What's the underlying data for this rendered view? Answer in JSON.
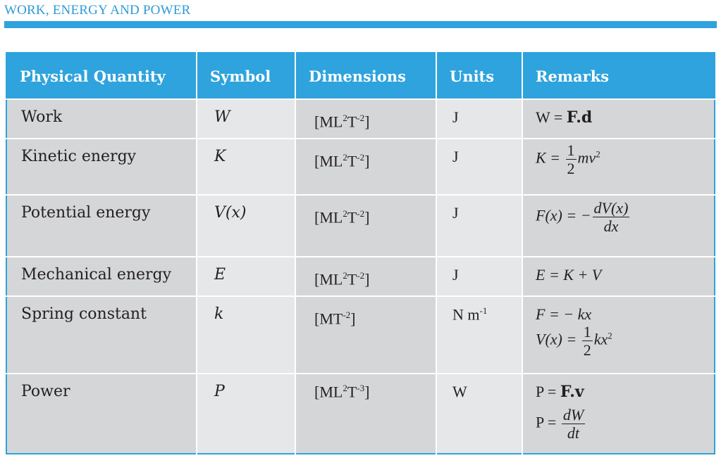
{
  "header": {
    "title": "WORK, ENERGY AND POWER"
  },
  "table": {
    "columns": [
      "Physical Quantity",
      "Symbol",
      "Dimensions",
      "Units",
      "Remarks"
    ],
    "rows": [
      {
        "quantity": "Work",
        "symbol": "W",
        "dim_pre": "[ML",
        "dim_sup1": "2",
        "dim_mid": "T",
        "dim_sup2": "-2",
        "dim_post": "]",
        "units": "J",
        "units_sup": "",
        "remarks": {
          "lhs": "W =",
          "rhs": "F.d"
        }
      },
      {
        "quantity": "Kinetic energy",
        "symbol": "K",
        "dim_pre": "[ML",
        "dim_sup1": "2",
        "dim_mid": "T",
        "dim_sup2": "-2",
        "dim_post": "]",
        "units": "J",
        "units_sup": "",
        "remarks": {
          "lhs": "K =",
          "num": "1",
          "den": "2",
          "rhs": "mv",
          "rhs_sup": "2"
        }
      },
      {
        "quantity": "Potential energy",
        "symbol": "V(x)",
        "dim_pre": "[ML",
        "dim_sup1": "2",
        "dim_mid": "T",
        "dim_sup2": "-2",
        "dim_post": "]",
        "units": "J",
        "units_sup": "",
        "remarks": {
          "lhs": "F(x) = −",
          "num": "dV(x)",
          "den": "dx"
        }
      },
      {
        "quantity": "Mechanical energy",
        "symbol": "E",
        "dim_pre": "[ML",
        "dim_sup1": "2",
        "dim_mid": "T",
        "dim_sup2": "-2",
        "dim_post": "]",
        "units": "J",
        "units_sup": "",
        "remarks": {
          "line": "E = K + V"
        }
      },
      {
        "quantity": "Spring constant",
        "symbol": "k",
        "dim_pre": "[MT",
        "dim_sup1": "-2",
        "dim_mid": "",
        "dim_sup2": "",
        "dim_post": "]",
        "units": "N m",
        "units_sup": "-1",
        "remarks": {
          "line1": "F = − kx",
          "lhs2": "V(x) =",
          "num": "1",
          "den": "2",
          "rhs2": "kx",
          "rhs2_sup": "2"
        }
      },
      {
        "quantity": "Power",
        "symbol": "P",
        "dim_pre": "[ML",
        "dim_sup1": "2",
        "dim_mid": "T",
        "dim_sup2": "-3",
        "dim_post": "]",
        "units": "W",
        "units_sup": "",
        "remarks": {
          "lhs1": "P =",
          "rhs1": "F.v",
          "lhs2": "P =",
          "num": "dW",
          "den": "dt"
        }
      }
    ]
  }
}
